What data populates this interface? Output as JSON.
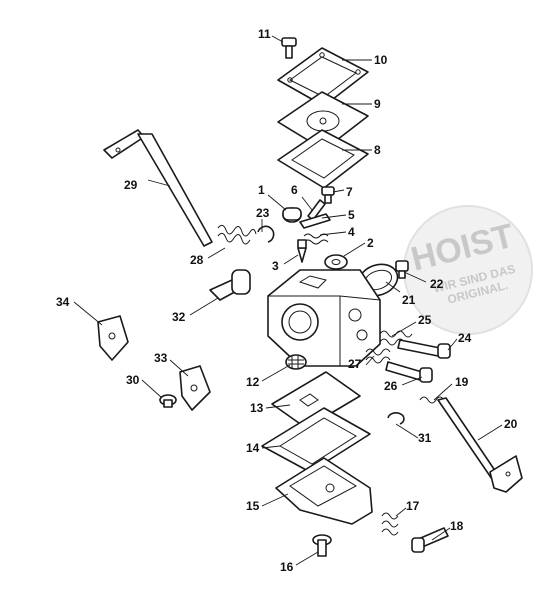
{
  "diagram": {
    "callouts": [
      "1",
      "2",
      "3",
      "4",
      "5",
      "6",
      "7",
      "8",
      "9",
      "10",
      "11",
      "12",
      "13",
      "14",
      "15",
      "16",
      "17",
      "18",
      "19",
      "20",
      "21",
      "22",
      "23",
      "24",
      "25",
      "26",
      "27",
      "28",
      "29",
      "30",
      "31",
      "32",
      "33",
      "34"
    ]
  },
  "watermark": {
    "logo": "HOIST",
    "line1": "WIR SIND DAS",
    "line2": "ORIGINAL."
  }
}
